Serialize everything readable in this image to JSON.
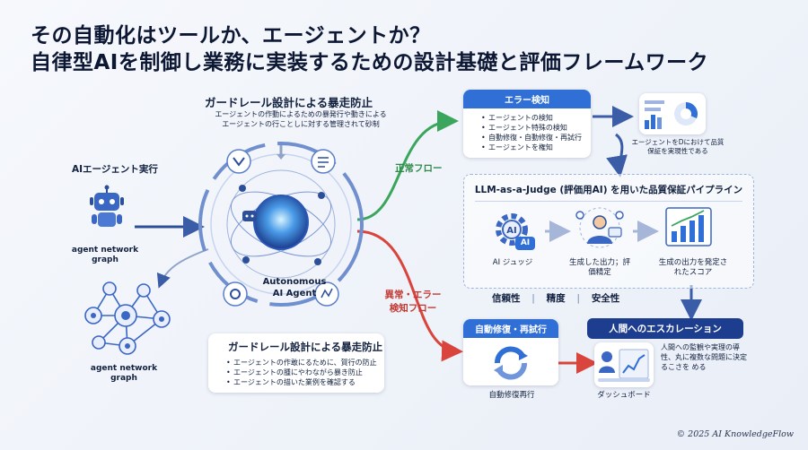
{
  "title": {
    "line1": "その自動化はツールか、エージェントか？",
    "line2": "自律型AIを制御し業務に実装するための設計基礎と評価フレームワーク"
  },
  "guardrail_top": {
    "title": "ガードレール設計による暴走防止",
    "desc1": "エージェントの作動によるための暴発行や動きによる",
    "desc2": "エージェントの行ことしに対する管理されて砂制"
  },
  "left": {
    "ai_exec_label": "AIエージェント実行",
    "graph_label_1": "agent network graph",
    "graph_label_2": "agent network graph"
  },
  "center": {
    "agent_label": "Autonomous AI Agent"
  },
  "guardrail_bottom": {
    "title": "ガードレール設計による暴走防止",
    "items": [
      "エージェントの作敢にるために、賀行の防止",
      "エージェントの腫にやわながら暴き防止",
      "エージェントの描いた業例を確認する"
    ]
  },
  "flows": {
    "normal": "正常フロー",
    "abnormal": "異常・エラー検知フロー"
  },
  "error_detect": {
    "title": "エラー検知",
    "items": [
      "エージェントの検知",
      "エージェント特殊の検知",
      "自動修復・自動修復・再試行",
      "エージェントを権知"
    ]
  },
  "dashboard_top": {
    "caption": "エージェントをDにおけて品質保証を実現性である"
  },
  "pipeline": {
    "title": "LLM-as-a-Judge (評価用AI) を用いた品質保証パイプライン",
    "step1": "AI ジュッジ",
    "step2": "生成した出力；評価精定",
    "step3": "生成の出力を発定されたスコア",
    "metrics": [
      "信頼性",
      "精度",
      "安全性"
    ]
  },
  "auto_repair": {
    "title": "自動修復・再試行",
    "caption": "自動修復再行"
  },
  "escalation": {
    "title": "人間へのエスカレーション",
    "desc": "人間への監観や実理の導性、丸に複数な問題に決定るこさを める",
    "caption": "ダッシュボード"
  },
  "ai_badge": "AI",
  "footer": "© 2025 AI KnowledgeFlow",
  "colors": {
    "navy": "#1d3d8f",
    "blue": "#2f6fd6",
    "green": "#3aa55c",
    "red": "#d9453d"
  }
}
